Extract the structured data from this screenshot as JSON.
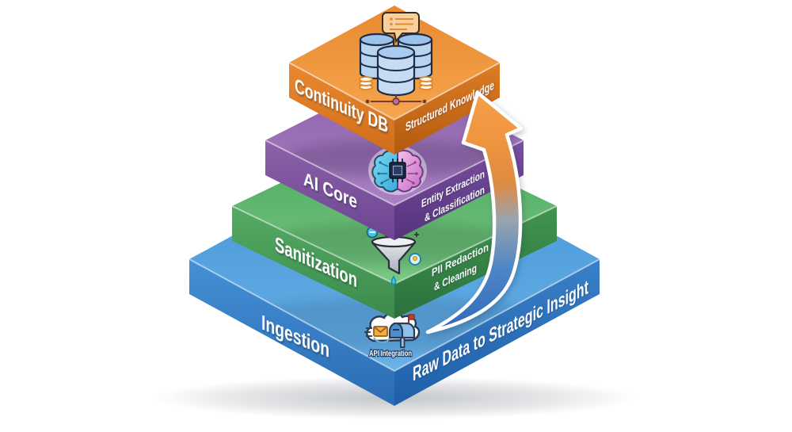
{
  "diagram": {
    "type": "stacked-3d-pyramid",
    "layers": [
      {
        "id": "ingestion",
        "label": "Ingestion",
        "side_label": "Raw Data to Strategic Insight",
        "icon": "cloud-mailbox-icon",
        "icon_caption": "API Integration",
        "color": "#3d87cd"
      },
      {
        "id": "sanitization",
        "label": "Sanitization",
        "side_label_line1": "PII Redaction",
        "side_label_line2": "& Cleaning",
        "icon": "funnel-icon",
        "color": "#4aa45b"
      },
      {
        "id": "ai-core",
        "label": "AI Core",
        "side_label_line1": "Entity Extraction",
        "side_label_line2": "& Classification",
        "icon": "brain-chip-icon",
        "color": "#8257a4"
      },
      {
        "id": "continuity-db",
        "label": "Continuity DB",
        "side_label": "Structured Knowledge",
        "icon": "database-network-icon",
        "color": "#e8832c"
      }
    ],
    "arrow": {
      "name": "growth-arrow",
      "gradient_bottom": "#2a66b8",
      "gradient_top": "#f7a04c"
    }
  }
}
